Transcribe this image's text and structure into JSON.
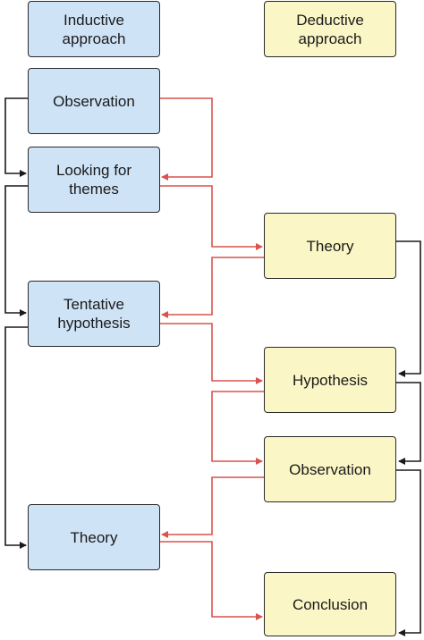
{
  "legend": {
    "inductive": "Inductive approach",
    "deductive": "Deductive approach"
  },
  "inductive_steps": [
    "Observation",
    "Looking for themes",
    "Tentative hypothesis",
    "Theory"
  ],
  "deductive_steps": [
    "Theory",
    "Hypothesis",
    "Observation",
    "Conclusion"
  ],
  "colors": {
    "inductive_fill": "#cfe3f7",
    "deductive_fill": "#fbf6c6",
    "flow_arrow": "#d9534f",
    "sequence_arrow": "#1a1a1a"
  }
}
